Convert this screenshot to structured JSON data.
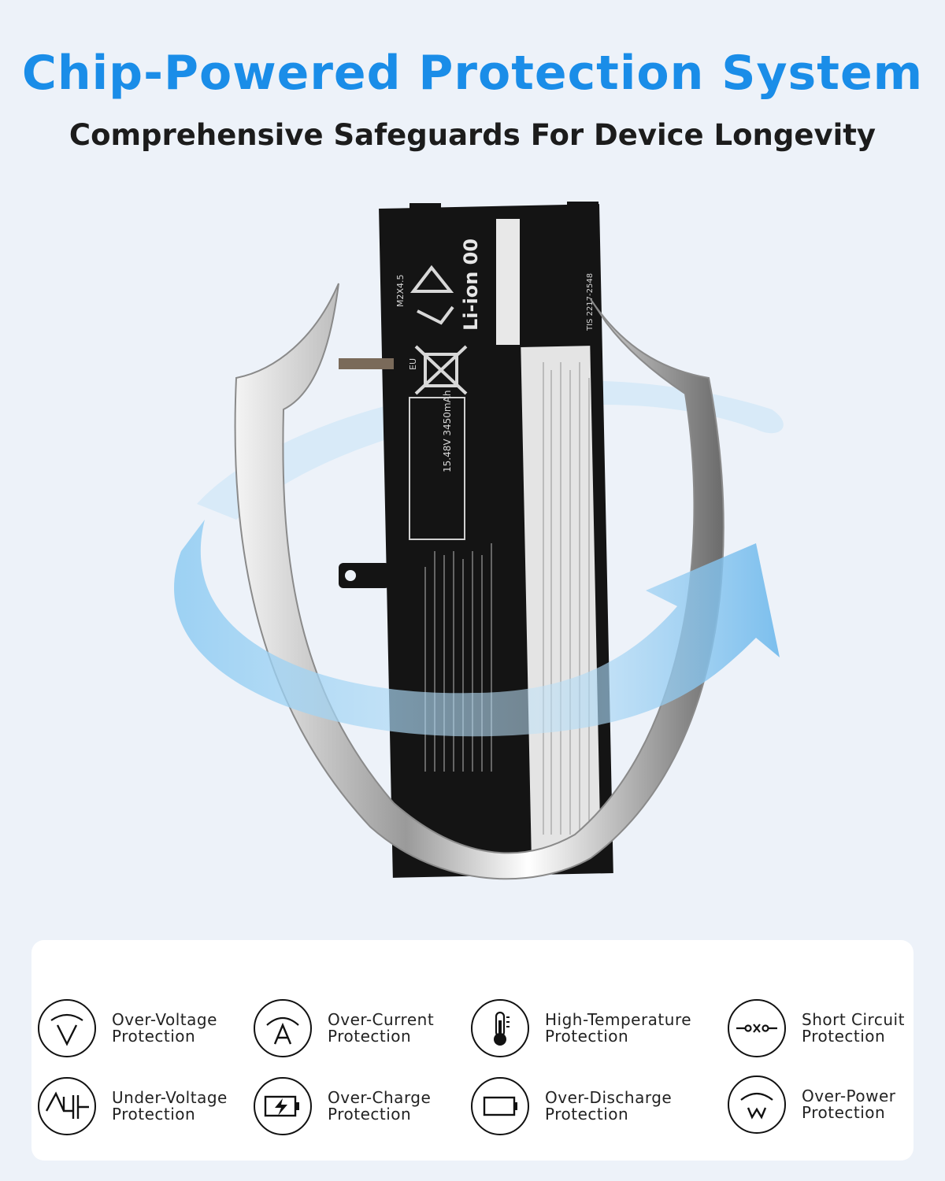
{
  "header": {
    "title": "Chip-Powered Protection System",
    "subtitle": "Comprehensive Safeguards For Device Longevity"
  },
  "battery": {
    "chemistry_label": "Li-ion 00",
    "rating": "15.48V 3450mAh",
    "screw_label": "M2X4.5",
    "region_label": "EU",
    "tis_label": "TIS 2217-2548"
  },
  "colors": {
    "title": "#1a8de8",
    "background": "#edf2f9",
    "battery": "#141414",
    "arrow": "#8ecbf2"
  },
  "features": [
    {
      "icon": "voltage-v-icon",
      "line1": "Over-Voltage",
      "line2": "Protection"
    },
    {
      "icon": "current-a-icon",
      "line1": "Over-Current",
      "line2": "Protection"
    },
    {
      "icon": "thermometer-icon",
      "line1": "High-Temperature",
      "line2": "Protection"
    },
    {
      "icon": "short-circuit-icon",
      "line1": "Short Circuit",
      "line2": "Protection"
    },
    {
      "icon": "under-voltage-icon",
      "line1": "Under-Voltage",
      "line2": "Protection"
    },
    {
      "icon": "battery-charge-icon",
      "line1": "Over-Charge",
      "line2": "Protection"
    },
    {
      "icon": "battery-empty-icon",
      "line1": "Over-Discharge",
      "line2": "Protection"
    },
    {
      "icon": "power-w-icon",
      "line1": "Over-Power",
      "line2": "Protection"
    }
  ]
}
